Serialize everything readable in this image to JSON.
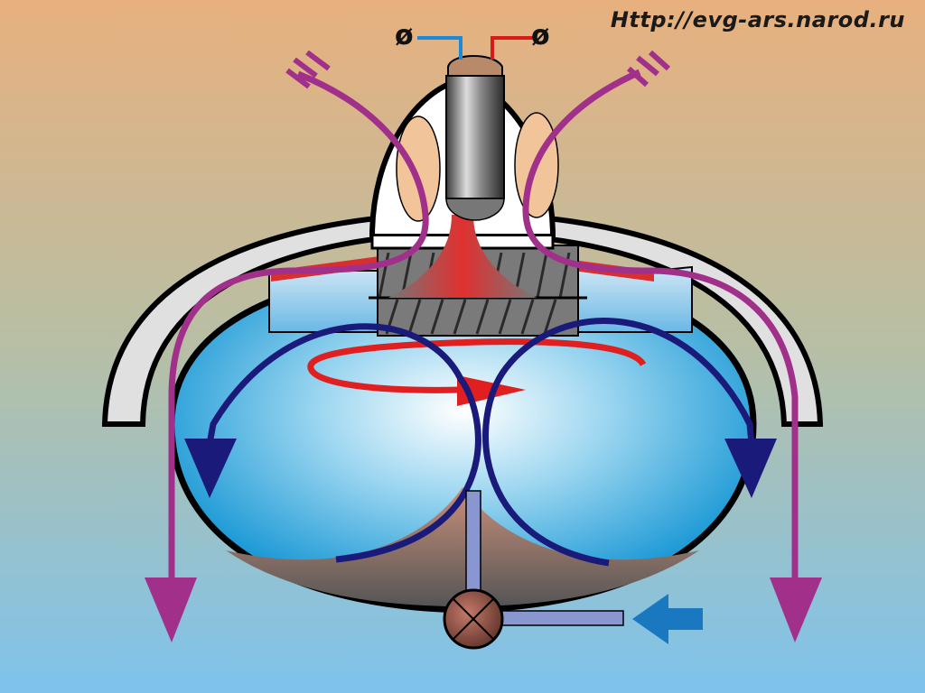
{
  "header": {
    "url_text": "Http://evg-ars.narod.ru"
  },
  "terminals": {
    "left_symbol": "ø",
    "right_symbol": "ø"
  },
  "colors": {
    "background_top": "#e8b07e",
    "background_bottom": "#7ec3ec",
    "body_outline": "#000000",
    "water_blue": "#2aa0d8",
    "vortex_arrow": "#1a1a7a",
    "rotation_arrow": "#e02020",
    "air_flow_arrow": "#a0308a",
    "inlet_arrow": "#1a78c0",
    "wire_left": "#1a8ad8",
    "wire_right": "#d81a1a",
    "heater_spot": "#f2c49a",
    "electrode_cap": "#b88a6a"
  },
  "icons": {
    "electrode": "cylinder-electrode-icon",
    "valve": "valve-icon",
    "inlet": "inlet-arrow-icon"
  }
}
